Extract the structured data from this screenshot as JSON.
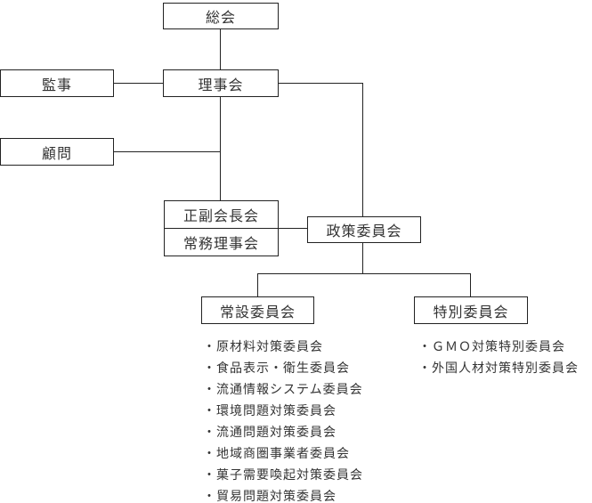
{
  "chart": {
    "title": "organization-chart",
    "nodes": {
      "general_meeting": "総会",
      "auditors": "監事",
      "board_of_directors": "理事会",
      "advisors": "顧問",
      "president_vice_president_meeting": "正副会長会",
      "executive_directors_meeting": "常務理事会",
      "policy_committee": "政策委員会",
      "standing_committees": "常設委員会",
      "special_committees": "特別委員会"
    },
    "bullet": "・",
    "standing_items": [
      "原材料対策委員会",
      "食品表示・衛生委員会",
      "流通情報システム委員会",
      "環境問題対策委員会",
      "流通問題対策委員会",
      "地域商圏事業者委員会",
      "菓子需要喚起対策委員会",
      "貿易問題対策委員会"
    ],
    "special_items": [
      "ＧＭＯ対策特別委員会",
      "外国人材対策特別委員会"
    ],
    "colors": {
      "background": "#ffffff",
      "border": "#222222",
      "line": "#222222",
      "text": "#333333"
    }
  }
}
